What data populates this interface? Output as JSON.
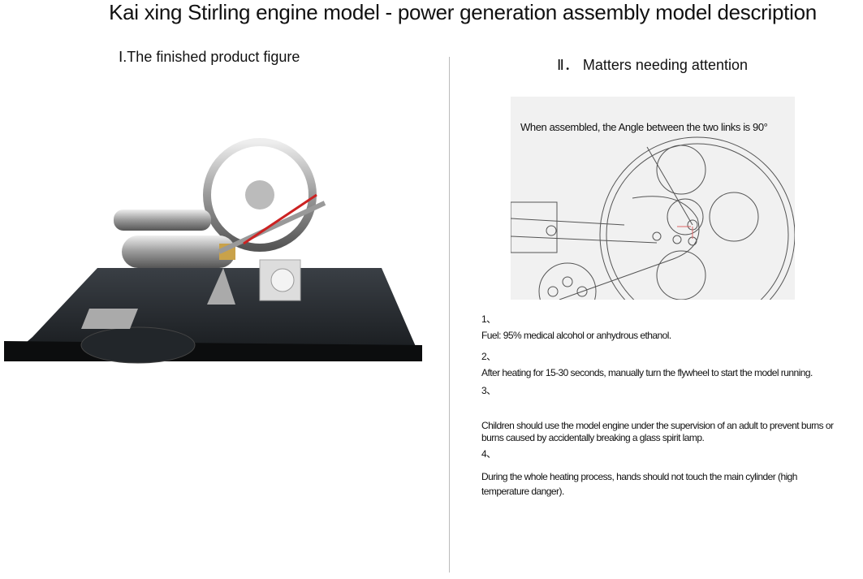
{
  "title": "Kai xing Stirling engine model - power generation assembly model description",
  "left_section": {
    "heading": "Ⅰ.The finished product figure"
  },
  "right_section": {
    "heading": "Ⅱ． Matters needing attention",
    "diagram_caption": "When assembled, the Angle between the two links is 90°",
    "items": [
      {
        "num": "1、",
        "text": "Fuel: 95% medical alcohol or anhydrous ethanol."
      },
      {
        "num": "2、",
        "text": "After heating for 15-30 seconds, manually turn the flywheel to start the model running."
      },
      {
        "num": "3、",
        "text": "Children should use the model engine under the supervision of an adult to prevent burns or burns caused by accidentally breaking a glass spirit lamp."
      },
      {
        "num": "4、",
        "text": "During the whole heating process, hands should not touch the main cylinder (high temperature danger)."
      }
    ]
  }
}
